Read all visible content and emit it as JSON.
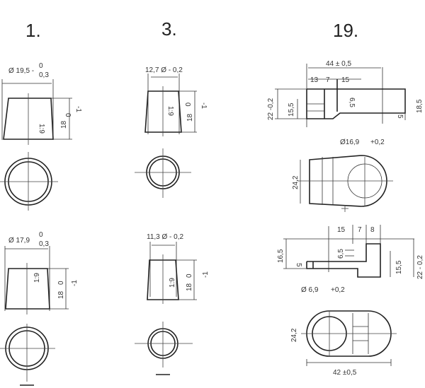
{
  "headers": {
    "p1": "1.",
    "p3": "3.",
    "p19": "19."
  },
  "part1_top": {
    "dia": "Ø 19,5 -",
    "tol_up": "0",
    "tol_lo": "0,3",
    "ratio": "1:9",
    "height": "18",
    "h_up": "0",
    "h_lo": "-1"
  },
  "part3_top": {
    "dia": "12,7 Ø - 0,2",
    "ratio": "1:9",
    "height": "18",
    "h_up": "0",
    "h_lo": "-1"
  },
  "part1_bot": {
    "dia": "Ø 17,9",
    "tol_up": "0",
    "tol_lo": "0,3",
    "ratio": "1:9",
    "height": "18",
    "h_up": "0",
    "h_lo": "-1"
  },
  "part3_bot": {
    "dia": "11,3 Ø - 0,2",
    "ratio": "1:9",
    "height": "18",
    "h_up": "0",
    "h_lo": "-1"
  },
  "part19_top": {
    "length": "44 ± 0,5",
    "d1": "13",
    "d2": "7",
    "d3": "15",
    "height": "22 -0,2",
    "inner": "15,5",
    "slot": "6,5",
    "right": "18,5",
    "step": "5",
    "hole": "Ø16,9",
    "hole_tol": "+0,2",
    "width": "24,2"
  },
  "part19_bot": {
    "d1": "15",
    "d2": "7",
    "d3": "8",
    "left": "16,5",
    "step": "5",
    "slot": "6,5",
    "inner": "15,5",
    "height": "22 - 0,2",
    "hole": "Ø 6,9",
    "hole_tol": "+0,2",
    "width": "24,2",
    "length": "42 ±0,5"
  }
}
